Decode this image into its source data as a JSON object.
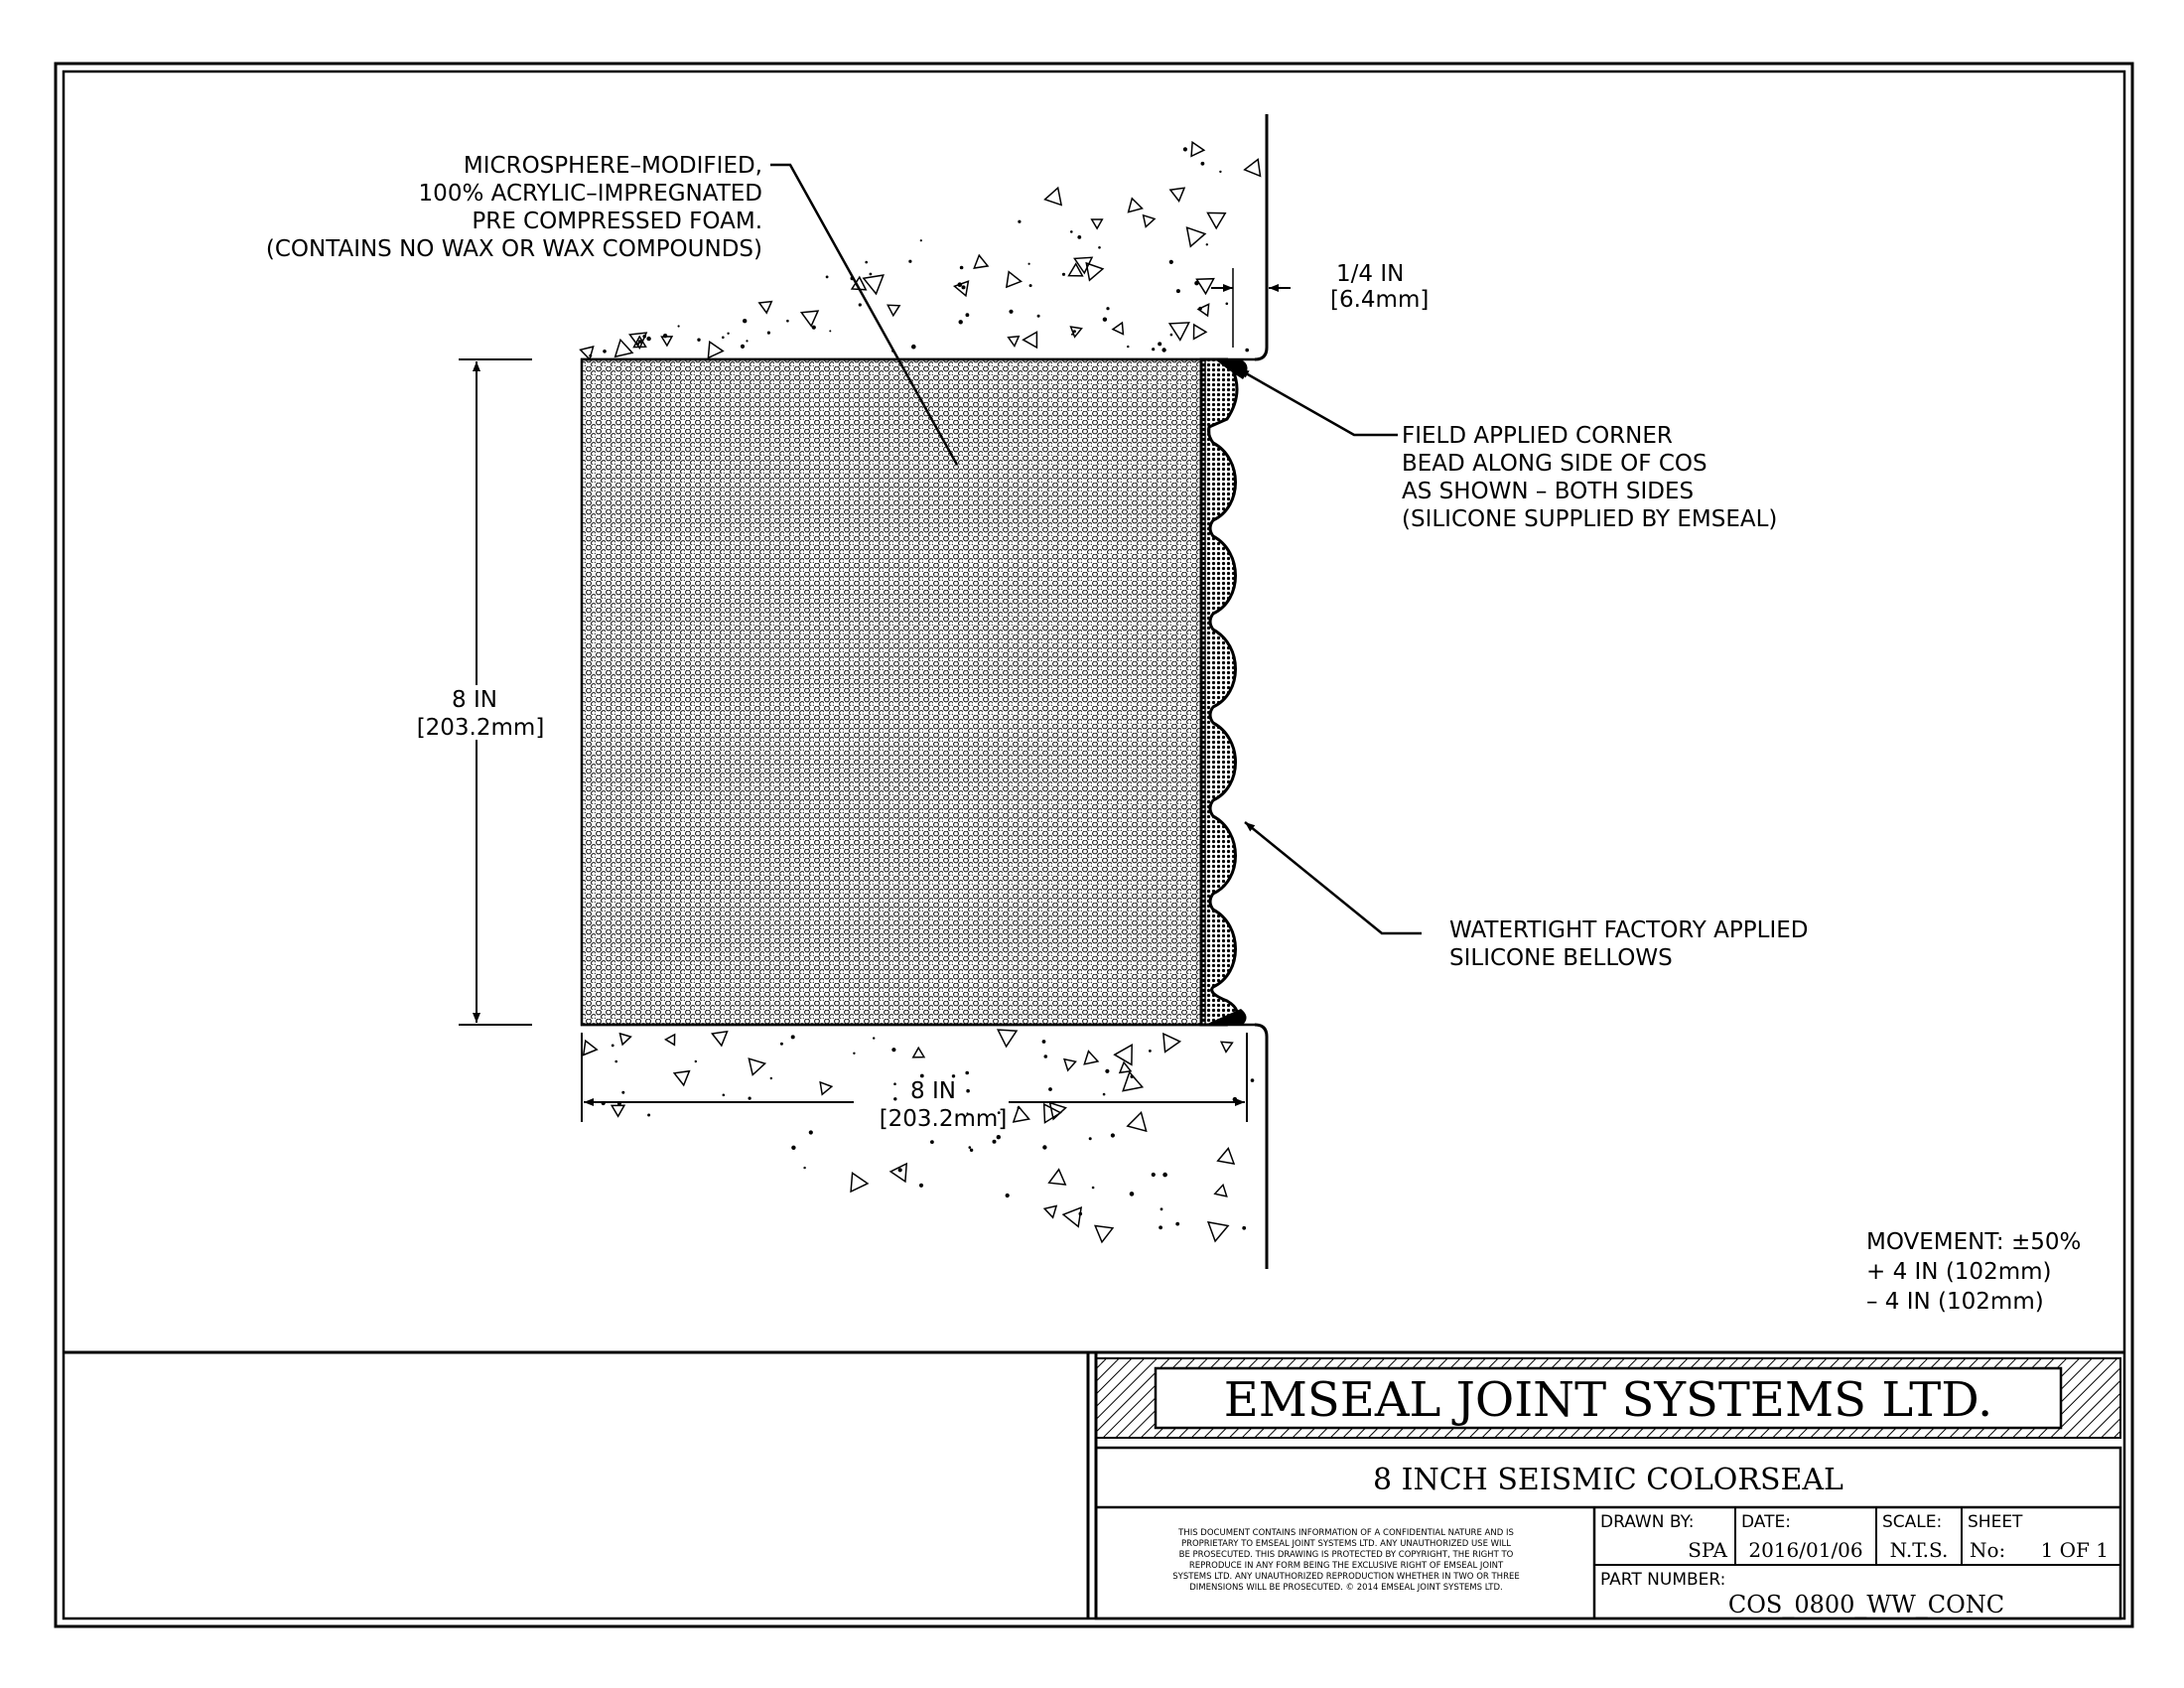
{
  "annotations": {
    "foam": [
      "MICROSPHERE–MODIFIED,",
      "100% ACRYLIC–IMPREGNATED",
      "PRE COMPRESSED FOAM.",
      "(CONTAINS NO WAX OR WAX COMPOUNDS)"
    ],
    "gap": [
      "1/4 IN",
      "[6.4mm]"
    ],
    "corner_bead": [
      "FIELD APPLIED CORNER",
      "BEAD ALONG SIDE OF COS",
      "AS SHOWN – BOTH SIDES",
      "(SILICONE SUPPLIED BY EMSEAL)"
    ],
    "bellows": [
      "WATERTIGHT FACTORY APPLIED",
      "SILICONE BELLOWS"
    ],
    "height_dim": [
      "8 IN",
      "[203.2mm]"
    ],
    "width_dim": [
      "8 IN",
      "[203.2mm]"
    ],
    "movement": [
      "MOVEMENT: ±50%",
      "+ 4 IN (102mm)",
      "– 4 IN (102mm)"
    ]
  },
  "title_block": {
    "company": "EMSEAL JOINT SYSTEMS LTD.",
    "title": "8 INCH SEISMIC COLORSEAL",
    "disclaimer": [
      "THIS DOCUMENT CONTAINS INFORMATION OF A CONFIDENTIAL NATURE AND IS",
      "PROPRIETARY TO EMSEAL JOINT SYSTEMS LTD. ANY UNAUTHORIZED USE WILL",
      "BE PROSECUTED. THIS DRAWING IS PROTECTED BY COPYRIGHT, THE RIGHT TO",
      "REPRODUCE IN ANY FORM BEING THE EXCLUSIVE RIGHT OF EMSEAL JOINT",
      "SYSTEMS LTD. ANY UNAUTHORIZED REPRODUCTION WHETHER IN TWO OR THREE",
      "DIMENSIONS WILL BE PROSECUTED. © 2014 EMSEAL JOINT SYSTEMS LTD."
    ],
    "drawn_by_label": "DRAWN BY:",
    "drawn_by": "SPA",
    "date_label": "DATE:",
    "date": "2016/01/06",
    "scale_label": "SCALE:",
    "scale": "N.T.S.",
    "sheet_label": "SHEET",
    "sheet_no_label": "No:",
    "sheet_no": "1 OF 1",
    "part_number_label": "PART NUMBER:",
    "part_number": "COS_0800_WW_CONC"
  }
}
